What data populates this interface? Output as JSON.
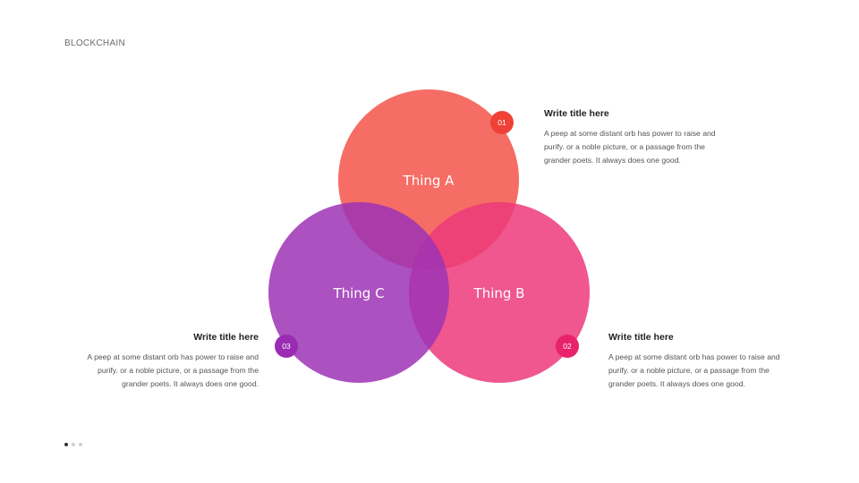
{
  "header": {
    "label": "BLOCKCHAIN"
  },
  "diagram": {
    "circles": [
      {
        "label": "Thing A",
        "color": "#f4594f",
        "badge": "01",
        "badge_color": "#ef4136"
      },
      {
        "label": "Thing B",
        "color": "#ec3a7a",
        "badge": "02",
        "badge_color": "#e8236b"
      },
      {
        "label": "Thing C",
        "color": "#9d32b5",
        "badge": "03",
        "badge_color": "#9a2bb3"
      }
    ]
  },
  "items": [
    {
      "title": "Write title here",
      "body": "A peep at some distant orb has power to raise and purify. or a noble picture, or a passage from the grander poets. It always does one good."
    },
    {
      "title": "Write title here",
      "body": "A peep at some distant orb has power to raise and purify. or a noble picture, or a passage from the grander poets. It always does one good."
    },
    {
      "title": "Write title here",
      "body": "A peep at some distant orb has power to raise and purify. or a noble picture, or a passage from the grander poets. It always does one good."
    }
  ],
  "pager": {
    "total": 3,
    "active": 1
  }
}
